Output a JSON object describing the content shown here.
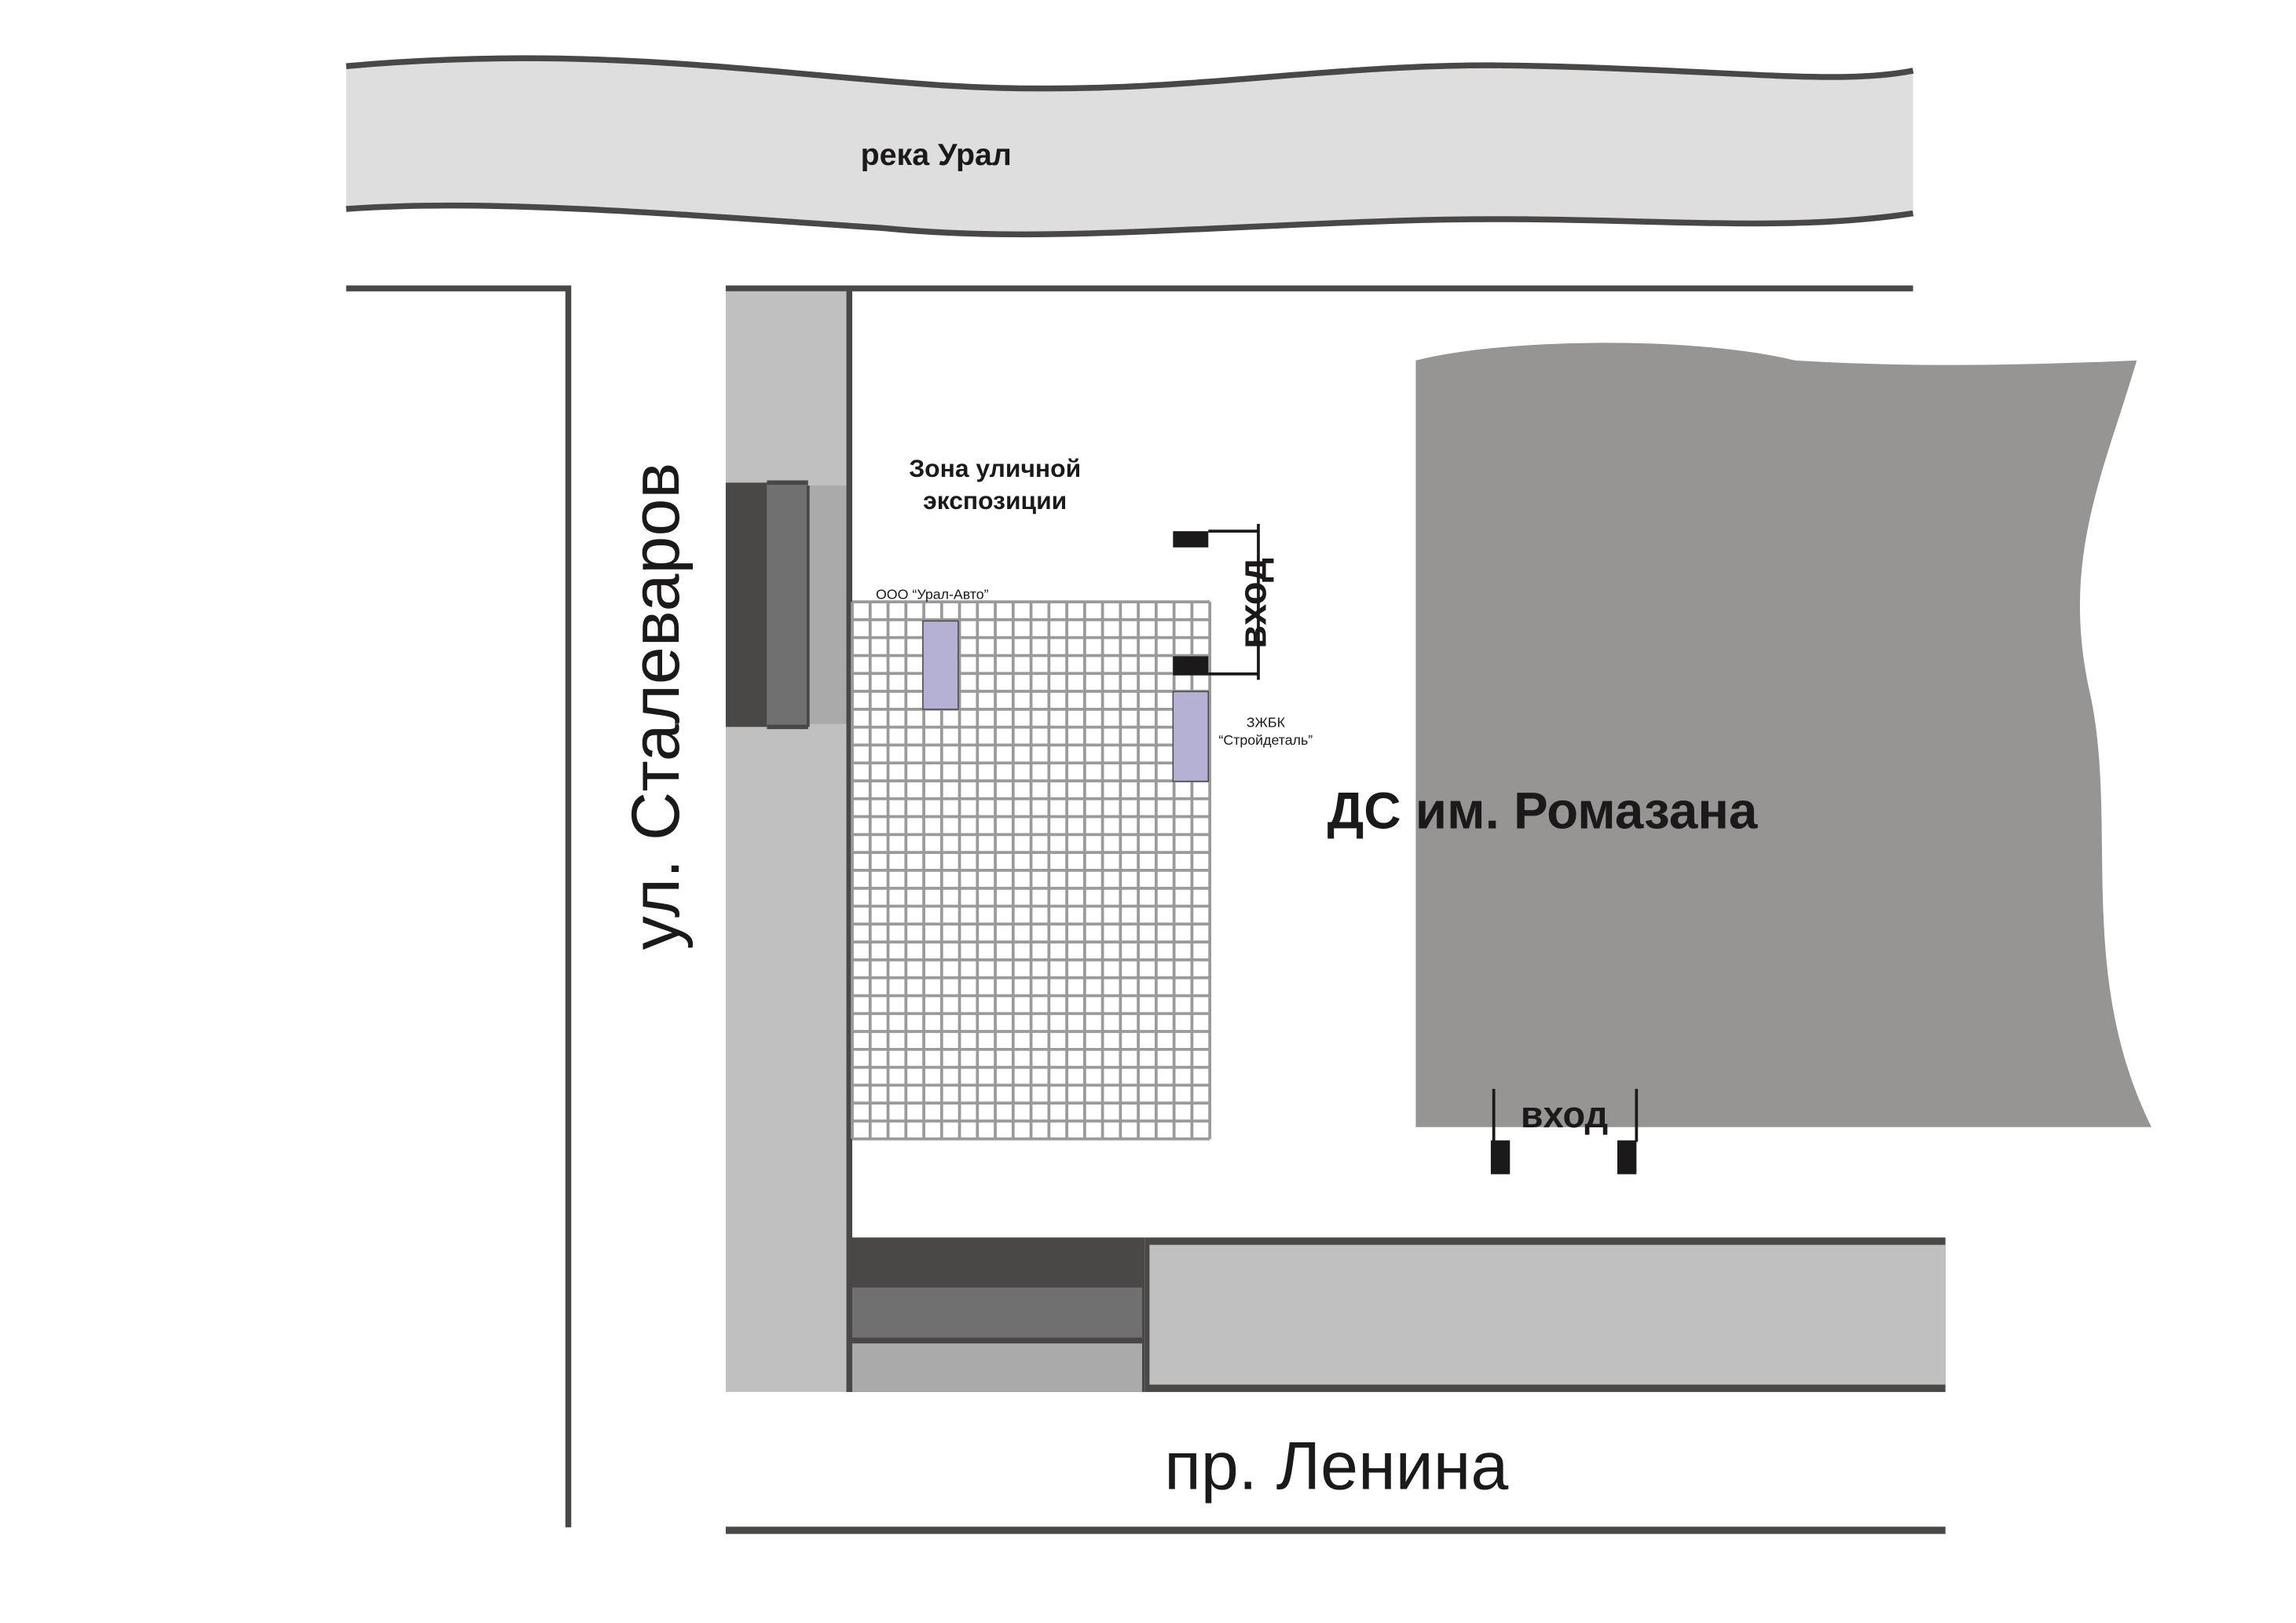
{
  "river": {
    "label": "река Урал"
  },
  "streets": {
    "left": "ул. Сталеваров",
    "bottom": "пр. Ленина"
  },
  "zone": {
    "label_line1": "Зона уличной",
    "label_line2": "экспозиции"
  },
  "stands": [
    {
      "label": "ООО “Урал-Авто”"
    },
    {
      "label_line1": "ЗЖБК",
      "label_line2": "“Стройдеталь”"
    }
  ],
  "building": {
    "label": "ДС им. Ромазана"
  },
  "entrances": {
    "side": "вход",
    "bottom": "вход"
  },
  "colors": {
    "road_dark": "#4a4747",
    "road_mid": "#717070",
    "road_light": "#c0c0c0",
    "building": "#969594",
    "river": "#dedede",
    "stand": "#b5b1d4",
    "grid": "#9a9a9a"
  }
}
